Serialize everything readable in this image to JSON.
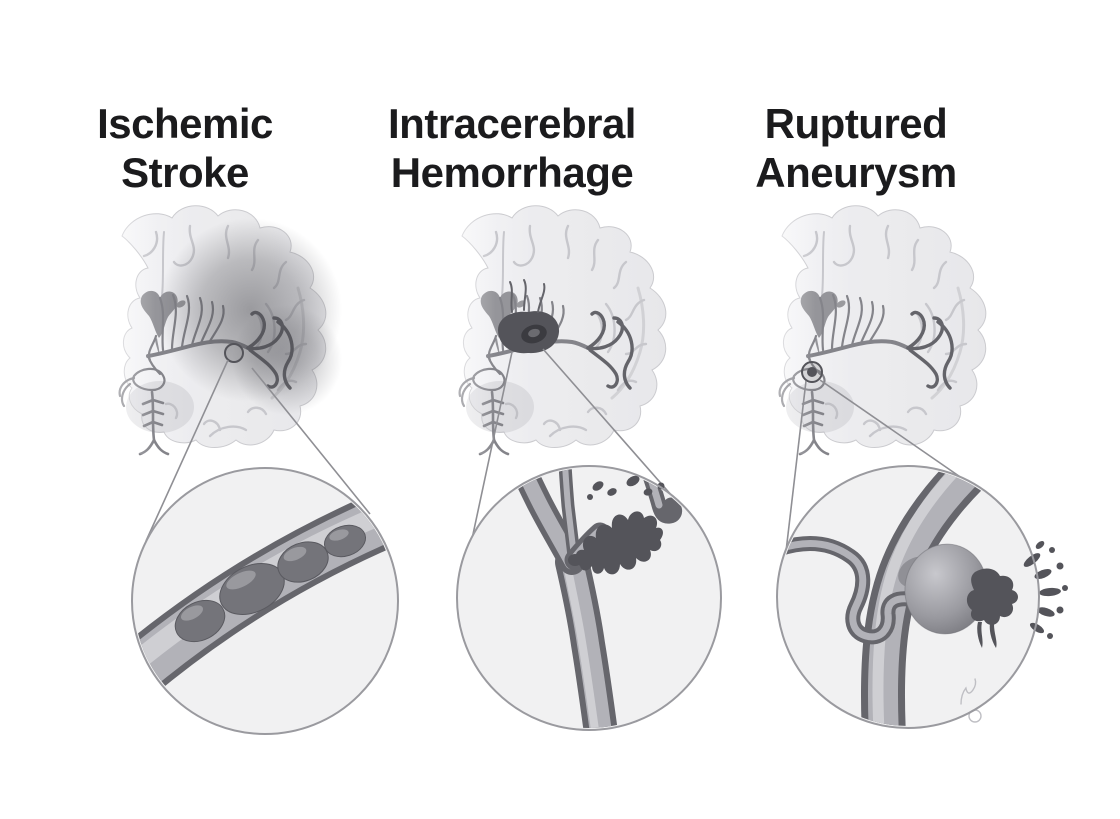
{
  "panels": [
    {
      "key": "ischemic-stroke",
      "title_line1": "Ischemic",
      "title_line2": "Stroke",
      "brain_illustration": "coronal-brain-section-with-dark-ischemic-territory",
      "inset_illustration": "artery-blocked-by-blood-clots"
    },
    {
      "key": "intracerebral-hemorrhage",
      "title_line1": "Intracerebral",
      "title_line2": "Hemorrhage",
      "brain_illustration": "coronal-brain-section-with-deep-brain-bleed",
      "inset_illustration": "ruptured-artery-branch-bleeding-into-brain"
    },
    {
      "key": "ruptured-aneurysm",
      "title_line1": "Ruptured",
      "title_line2": "Aneurysm",
      "brain_illustration": "coronal-brain-section-with-aneurysm-at-circle-of-willis",
      "inset_illustration": "berry-aneurysm-bursting-with-blood-spray"
    }
  ],
  "colors": {
    "page_bg": "#ffffff",
    "title_color": "#1b1b1d",
    "leader_line": "#8f8f94",
    "lens_fill": "#f1f1f2",
    "lens_stroke": "#9a9a9f",
    "vessel_wall": "#66666c",
    "vessel_lumen": "#b2b2b8",
    "vessel_highlight": "#d6d6da",
    "clot": "#74747a",
    "blood": "#54545a",
    "brain_fill": "#eaeaec",
    "ventricle": "#95959a",
    "artery": "#84848a"
  }
}
